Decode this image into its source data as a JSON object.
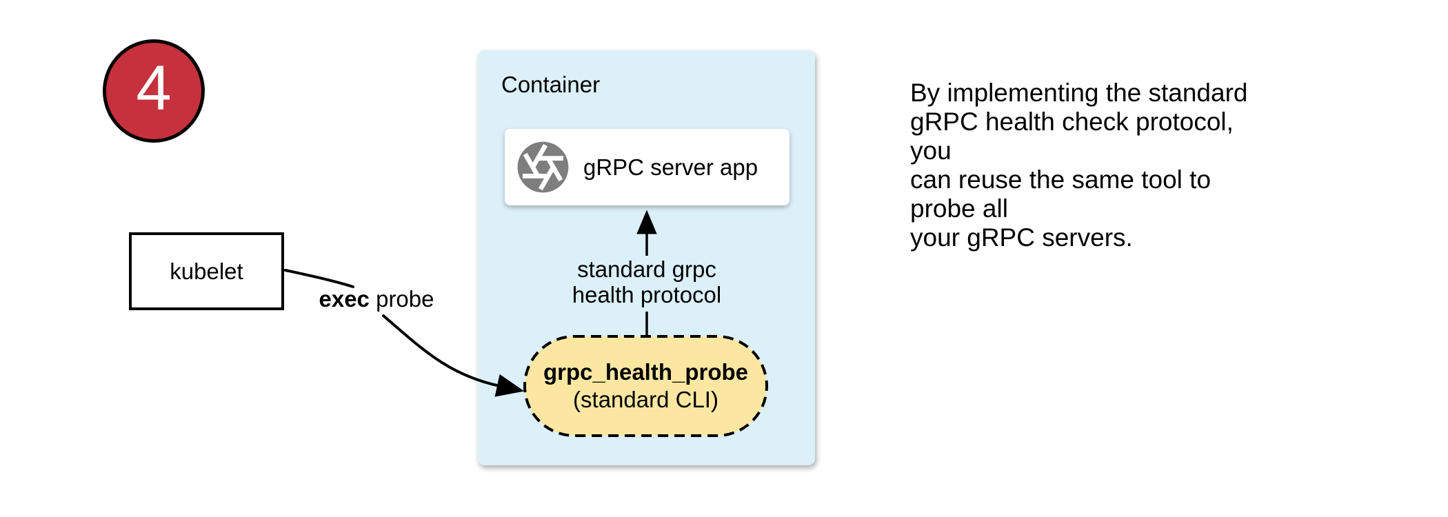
{
  "canvas": {
    "background": "#ffffff"
  },
  "colors": {
    "badge_red": "#C5313D",
    "container_blue": "#DCF0FA",
    "pill_yellow": "#FBE7A2",
    "icon_gray": "#7E7E7E",
    "line_black": "#000000"
  },
  "badge": {
    "number": "4"
  },
  "kubelet": {
    "label": "kubelet"
  },
  "exec_probe": {
    "bold": "exec",
    "rest": " probe"
  },
  "container": {
    "title": "Container"
  },
  "server_app": {
    "label": "gRPC server app",
    "icon": "aperture-icon"
  },
  "probe_pill": {
    "name": "grpc_health_probe",
    "subtitle": "(standard CLI)"
  },
  "protocol_label": {
    "line1": "standard grpc",
    "line2": "health protocol"
  },
  "note": {
    "text": "By implementing the standard\ngRPC health check protocol, you\ncan reuse the same tool to probe all\nyour gRPC servers."
  }
}
